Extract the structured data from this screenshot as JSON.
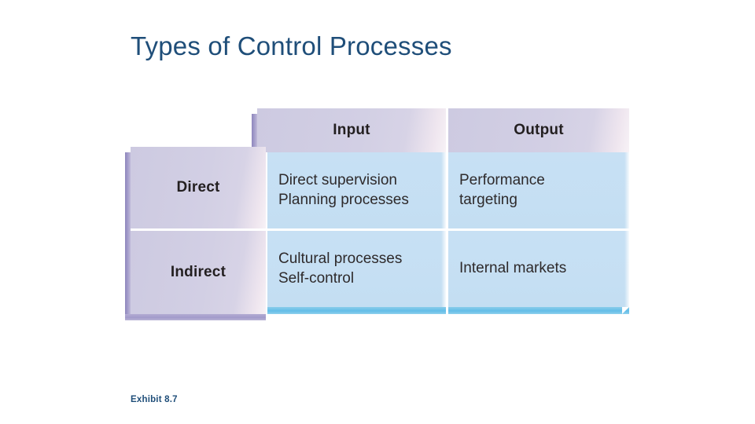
{
  "slide": {
    "title": "Types of Control Processes",
    "exhibit_label": "Exhibit 8.7",
    "background": "#ffffff",
    "title_color": "#1f4e79"
  },
  "matrix": {
    "corner_label": "",
    "column_headers": [
      "Input",
      "Output"
    ],
    "row_headers": [
      "Direct",
      "Indirect"
    ],
    "rows": [
      {
        "header": "Direct",
        "cells": [
          "Direct supervision\nPlanning processes",
          "Performance\ntargeting"
        ]
      },
      {
        "header": "Indirect",
        "cells": [
          "Cultural processes\nSelf-control",
          "Internal markets"
        ]
      }
    ],
    "colors": {
      "header_fill": "#d2cfe4",
      "header_bevel": "#a49dcb",
      "data_fill": "#c5dff3",
      "data_bevel": "#63bde8",
      "text": "#231f20"
    }
  }
}
